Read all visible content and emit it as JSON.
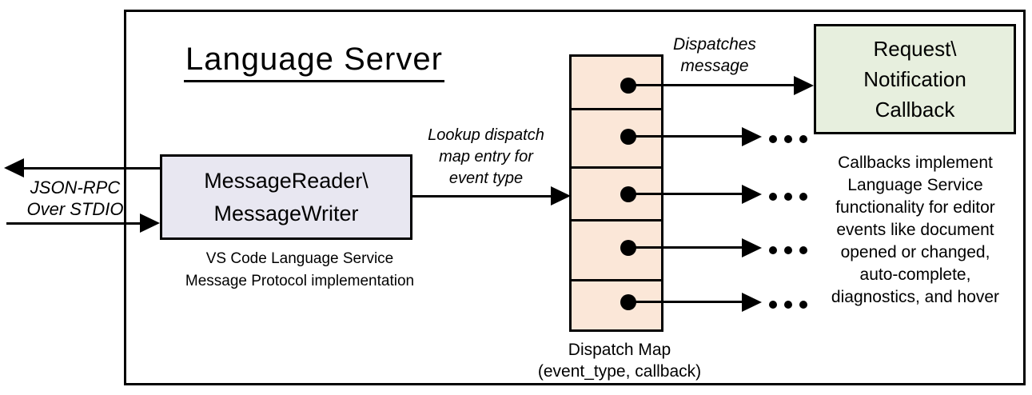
{
  "title": "Language Server",
  "io_label": {
    "line1": "JSON-RPC",
    "line2": "Over STDIO"
  },
  "message_box": {
    "line1": "MessageReader\\",
    "line2": "MessageWriter"
  },
  "message_caption": {
    "line1": "VS Code Language Service",
    "line2": "Message Protocol implementation"
  },
  "lookup_label": {
    "line1": "Lookup dispatch",
    "line2": "map entry for",
    "line3": "event type"
  },
  "dispatches_label": {
    "line1": "Dispatches",
    "line2": "message"
  },
  "callback_box": {
    "line1": "Request\\",
    "line2": "Notification",
    "line3": "Callback"
  },
  "callbacks_note": {
    "lines": [
      "Callbacks implement",
      "Language Service",
      "functionality for editor",
      "events like document",
      "opened or changed,",
      "auto-complete,",
      "diagnostics, and hover"
    ]
  },
  "dispatch_caption": {
    "line1": "Dispatch Map",
    "line2": "(event_type, callback)"
  },
  "dispatch_map": {
    "slot_count": 5
  },
  "colors": {
    "stroke": "#000000",
    "message_box_fill": "#E8E7F1",
    "dispatch_map_fill": "#FBE7D8",
    "callback_box_fill": "#E7EFDE"
  }
}
